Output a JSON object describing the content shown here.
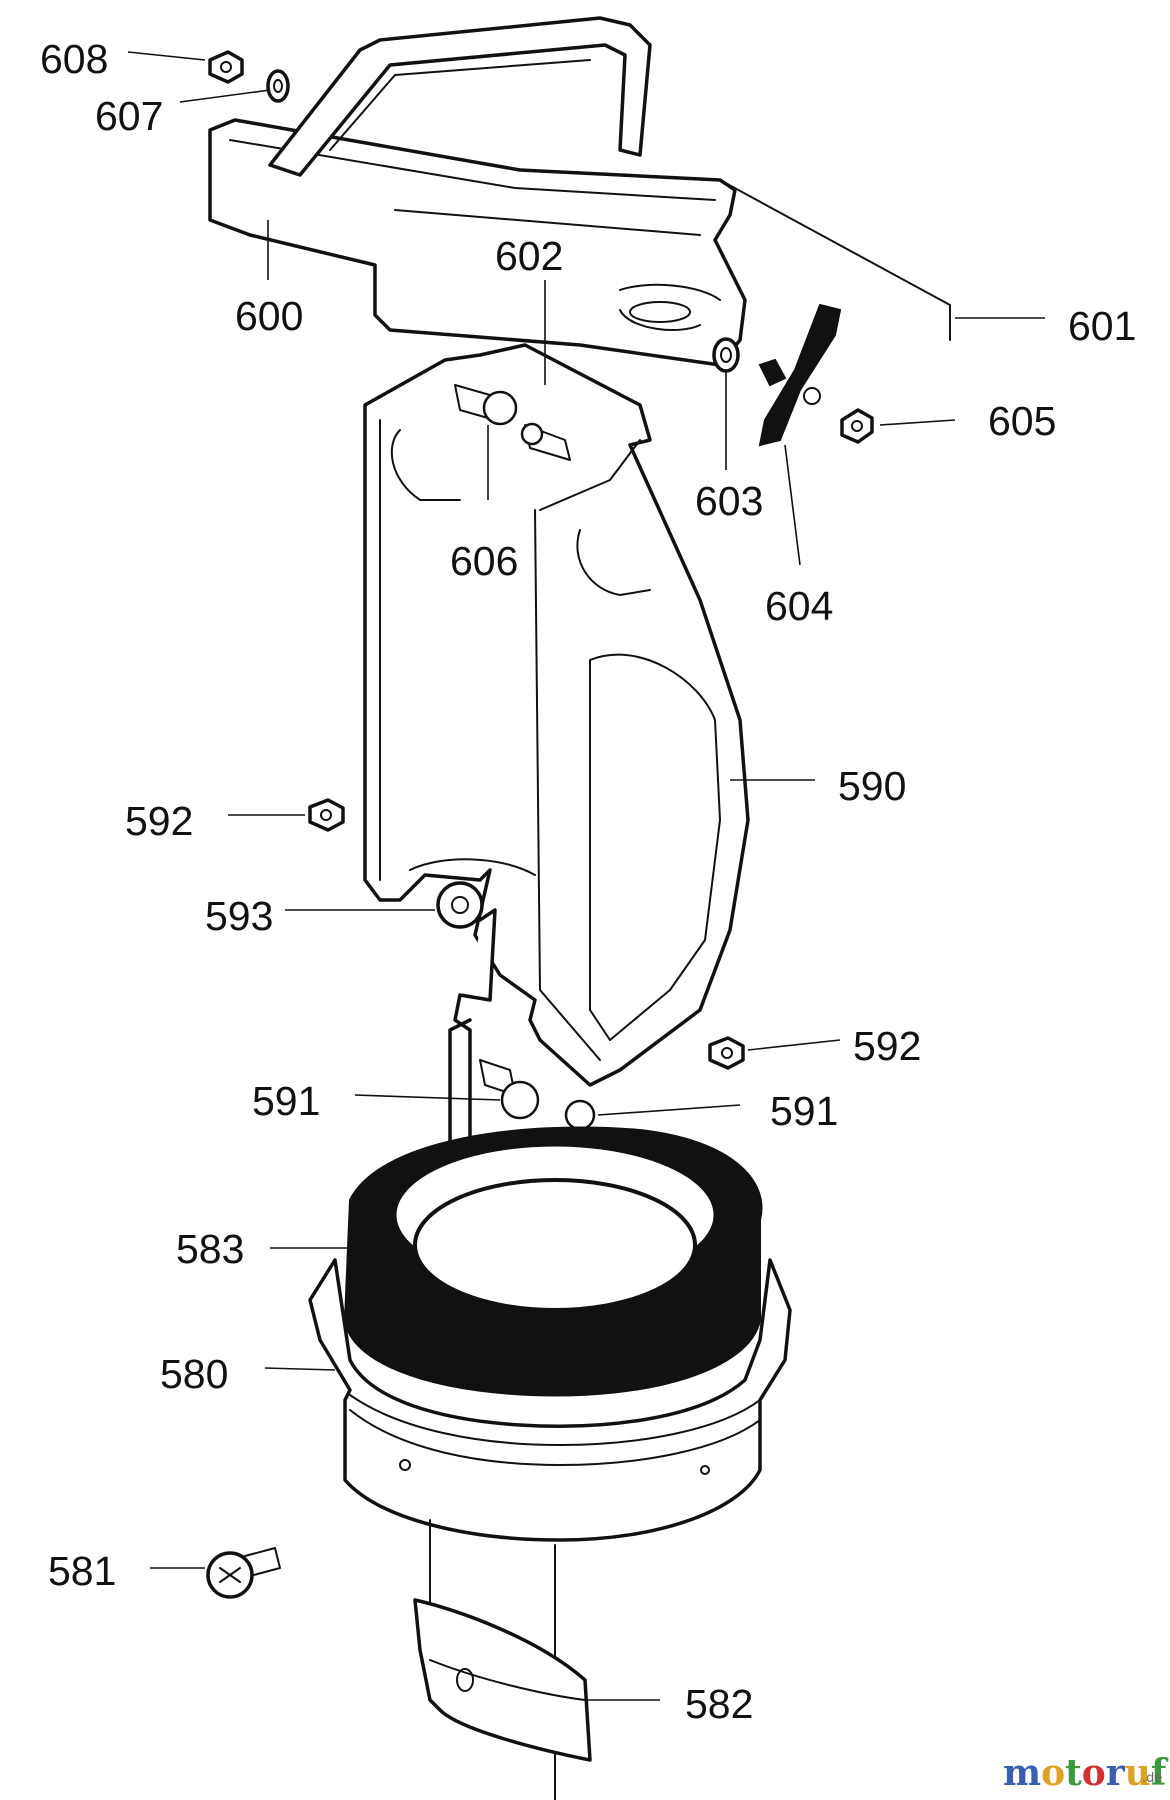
{
  "parts": [
    {
      "id": "p608",
      "label": "608"
    },
    {
      "id": "p607",
      "label": "607"
    },
    {
      "id": "p600",
      "label": "600"
    },
    {
      "id": "p602",
      "label": "602"
    },
    {
      "id": "p601",
      "label": "601"
    },
    {
      "id": "p605",
      "label": "605"
    },
    {
      "id": "p603",
      "label": "603"
    },
    {
      "id": "p606",
      "label": "606"
    },
    {
      "id": "p604",
      "label": "604"
    },
    {
      "id": "p590",
      "label": "590"
    },
    {
      "id": "p592a",
      "label": "592"
    },
    {
      "id": "p593",
      "label": "593"
    },
    {
      "id": "p592b",
      "label": "592"
    },
    {
      "id": "p591a",
      "label": "591"
    },
    {
      "id": "p591b",
      "label": "591"
    },
    {
      "id": "p583",
      "label": "583"
    },
    {
      "id": "p580",
      "label": "580"
    },
    {
      "id": "p581",
      "label": "581"
    },
    {
      "id": "p582",
      "label": "582"
    }
  ],
  "watermark": {
    "text": "motoruf",
    "suffix": ".de",
    "letter_colors": [
      "#3b5fb0",
      "#e0a020",
      "#3b9a3b",
      "#d03030",
      "#3b5fb0",
      "#e0a020",
      "#3b9a3b"
    ]
  }
}
